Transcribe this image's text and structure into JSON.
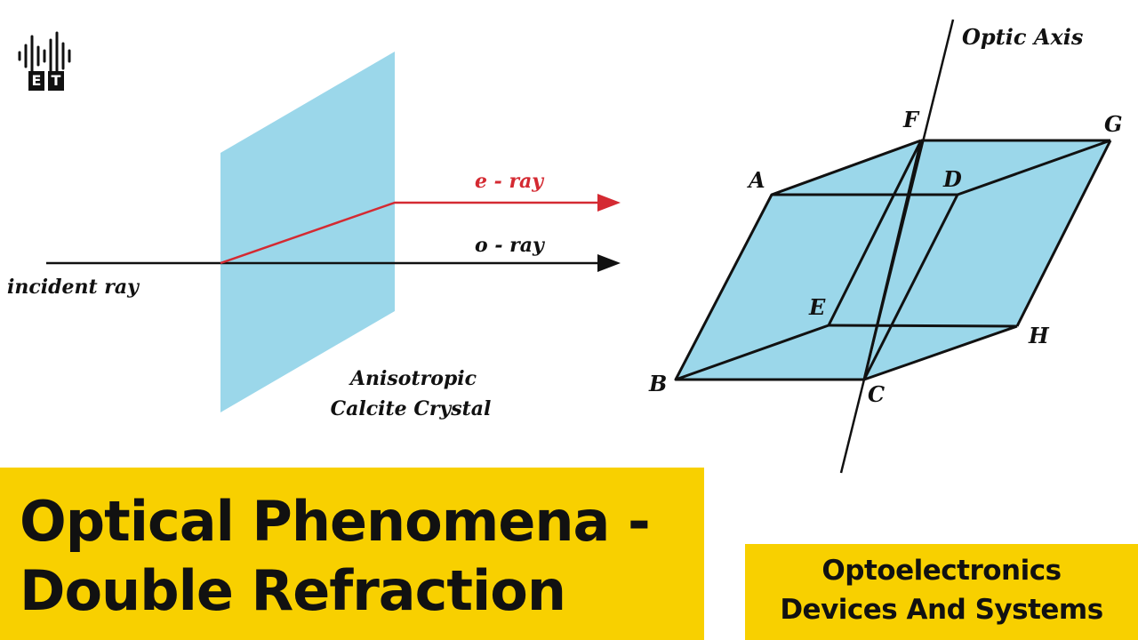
{
  "logo": {
    "letters": [
      "E",
      "T"
    ]
  },
  "left_diagram": {
    "incident_ray_label": "incident ray",
    "e_ray_label": "e - ray",
    "o_ray_label": "o - ray",
    "crystal_label_line1": "Anisotropic",
    "crystal_label_line2": "Calcite Crystal"
  },
  "right_diagram": {
    "optic_axis_label": "Optic Axis",
    "vertices": {
      "A": "A",
      "B": "B",
      "C": "C",
      "D": "D",
      "E": "E",
      "F": "F",
      "G": "G",
      "H": "H"
    }
  },
  "banner": {
    "title_line1": "Optical Phenomena -",
    "title_line2": "Double Refraction"
  },
  "course": {
    "line1": "Optoelectronics",
    "line2": "Devices And Systems"
  },
  "colors": {
    "crystal_fill": "#9bd7ea",
    "e_ray": "#d42a32",
    "o_ray": "#111111",
    "banner": "#f8d000"
  }
}
